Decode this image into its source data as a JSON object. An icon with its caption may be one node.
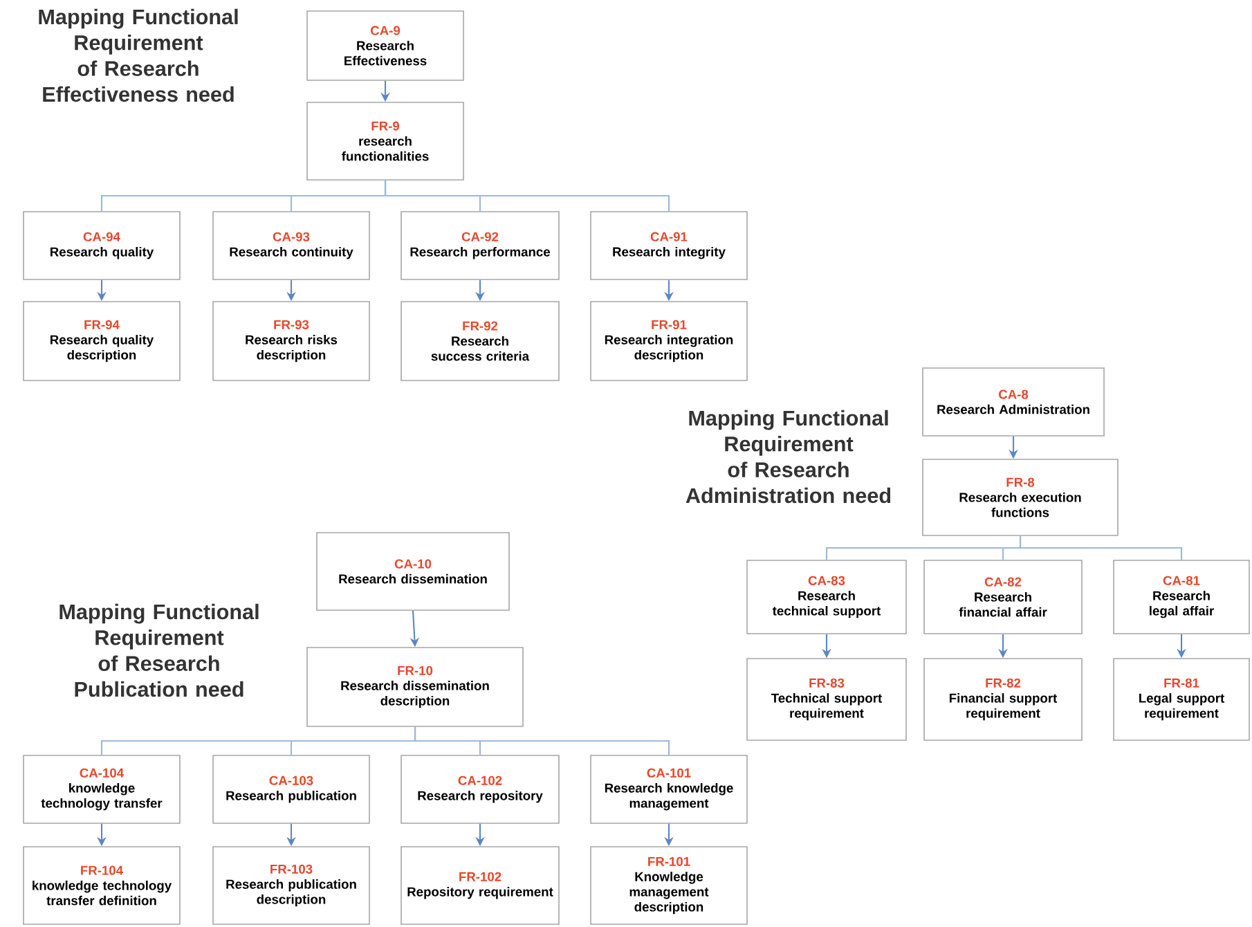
{
  "diagram": {
    "nodes": [
      {
        "text": [
          "CA-9",
          "Research Effectiveness"
        ]
      },
      {
        "text": [
          "FR-9",
          "research functionalities"
        ]
      },
      {
        "text": [
          "CA-94",
          "Research quality"
        ]
      },
      {
        "text": [
          "FR-94",
          "Research quality description"
        ]
      },
      {
        "text": [
          "CA-93",
          "Research continuity"
        ]
      },
      {
        "text": [
          "FR-93",
          "Research risks description"
        ]
      },
      {
        "text": [
          "CA-92",
          "Research performance"
        ]
      },
      {
        "text": [
          "FR-92",
          "Research success criteria"
        ]
      },
      {
        "text": [
          "CA-91",
          "Research integrity"
        ]
      },
      {
        "text": [
          "FR-91",
          "Research integration description"
        ]
      },
      {
        "text": [
          "CA-8",
          "Research Administration"
        ]
      },
      {
        "text": [
          "FR-8",
          "Research execution functions"
        ]
      },
      {
        "text": [
          "CA-83",
          "Research technical support"
        ]
      },
      {
        "text": [
          "FR-83",
          "Technical support requirement"
        ]
      },
      {
        "text": [
          "CA-82",
          "Research financial affair"
        ]
      },
      {
        "text": [
          "FR-82",
          "Financial support requirement"
        ]
      },
      {
        "text": [
          "CA-81",
          "Research legal affair"
        ]
      },
      {
        "text": [
          "FR-81",
          "Legal support requirement"
        ]
      },
      {
        "text": [
          "CA-10",
          "Research dissemination"
        ]
      },
      {
        "text": [
          "FR-10",
          "Research dissemination description"
        ]
      },
      {
        "text": [
          "CA-104",
          "knowledge technology transfer"
        ]
      },
      {
        "text": [
          "FR-104",
          "knowledge technology transfer definition"
        ]
      },
      {
        "text": [
          "CA-103",
          "Research publication"
        ]
      },
      {
        "text": [
          "FR-103",
          "Research publication description"
        ]
      },
      {
        "text": [
          "CA-102",
          "Research repository"
        ]
      },
      {
        "text": [
          "FR-102",
          "Repository requirement"
        ]
      },
      {
        "text": [
          "CA-101",
          "Research knowledge management"
        ]
      },
      {
        "text": [
          "FR-101",
          "Knowledge management description"
        ]
      }
    ],
    "edges": [
      {
        "from": 0,
        "to": 1,
        "arrow": "to"
      },
      {
        "from": 1,
        "to": 2,
        "arrow": "none"
      },
      {
        "from": 1,
        "to": 4,
        "arrow": "none"
      },
      {
        "from": 1,
        "to": 6,
        "arrow": "none"
      },
      {
        "from": 1,
        "to": 8,
        "arrow": "none"
      },
      {
        "from": 2,
        "to": 3,
        "arrow": "to"
      },
      {
        "from": 4,
        "to": 5,
        "arrow": "to"
      },
      {
        "from": 6,
        "to": 7,
        "arrow": "to"
      },
      {
        "from": 8,
        "to": 9,
        "arrow": "to"
      },
      {
        "from": 10,
        "to": 11,
        "arrow": "to"
      },
      {
        "from": 11,
        "to": 12,
        "arrow": "none"
      },
      {
        "from": 11,
        "to": 14,
        "arrow": "none"
      },
      {
        "from": 11,
        "to": 16,
        "arrow": "none"
      },
      {
        "from": 12,
        "to": 13,
        "arrow": "to"
      },
      {
        "from": 14,
        "to": 15,
        "arrow": "to"
      },
      {
        "from": 16,
        "to": 17,
        "arrow": "to"
      },
      {
        "from": 18,
        "to": 19,
        "arrow": "to"
      },
      {
        "from": 19,
        "to": 20,
        "arrow": "none"
      },
      {
        "from": 19,
        "to": 22,
        "arrow": "none"
      },
      {
        "from": 19,
        "to": 24,
        "arrow": "none"
      },
      {
        "from": 19,
        "to": 26,
        "arrow": "none"
      },
      {
        "from": 20,
        "to": 21,
        "arrow": "to"
      },
      {
        "from": 22,
        "to": 23,
        "arrow": "to"
      },
      {
        "from": 24,
        "to": 25,
        "arrow": "to"
      },
      {
        "from": 26,
        "to": 27,
        "arrow": "to"
      }
    ],
    "labels": [
      "Mapping Functional Requirement of Research Effectiveness need",
      "Mapping Functional Requirement of Research Administration need",
      "Mapping Functional Requirement of Research Publication need"
    ]
  }
}
